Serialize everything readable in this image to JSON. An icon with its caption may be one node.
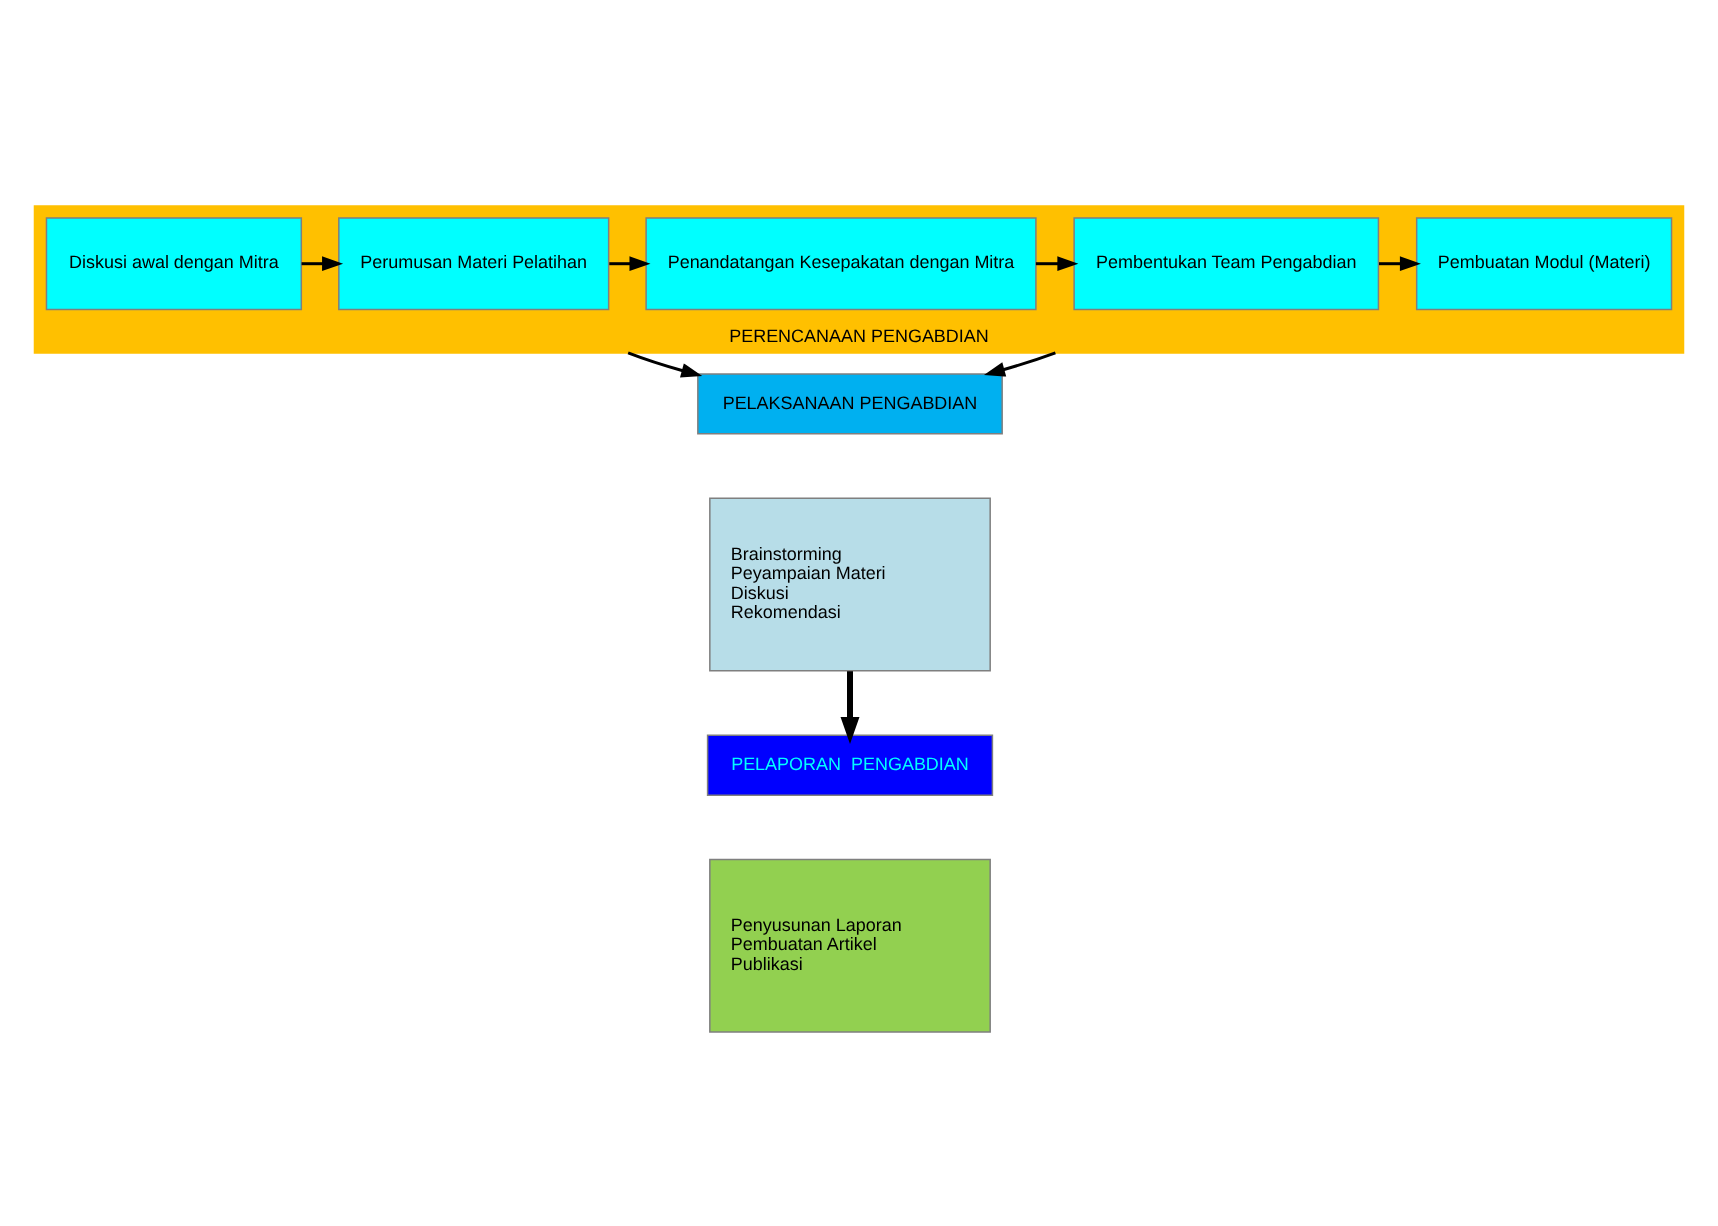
{
  "diagram": {
    "nodes": [
      {
        "text": [
          "PERENCANAAN PENGABDIAN"
        ]
      },
      {
        "text": [
          "Diskusi awal dengan Mitra"
        ],
        "in": 0
      },
      {
        "text": [
          "Perumusan Materi Pelatihan"
        ],
        "in": 0
      },
      {
        "text": [
          "Penandatangan Kesepakatan dengan Mitra"
        ],
        "in": 0
      },
      {
        "text": [
          "Pembentukan Team Pengabdian"
        ],
        "in": 0
      },
      {
        "text": [
          "Pembuatan Modul (Materi)"
        ],
        "in": 0
      },
      {
        "text": [
          "PELAKSANAAN PENGABDIAN"
        ]
      },
      {
        "text": [
          "Brainstorming",
          "Peyampaian Materi",
          "Diskusi",
          "Rekomendasi"
        ]
      },
      {
        "text": [
          "PELAPORAN  PENGABDIAN"
        ]
      },
      {
        "text": [
          "Penyusunan Laporan",
          "Pembuatan Artikel",
          "Publikasi"
        ]
      }
    ],
    "edges": [
      {
        "from": 1,
        "to": 2,
        "arrow": "to"
      },
      {
        "from": 2,
        "to": 3,
        "arrow": "to"
      },
      {
        "from": 3,
        "to": 4,
        "arrow": "to"
      },
      {
        "from": 4,
        "to": 5,
        "arrow": "to"
      },
      {
        "from": 0,
        "to": 6,
        "arrow": "to"
      },
      {
        "from": 0,
        "to": 6,
        "arrow": "to"
      },
      {
        "from": 7,
        "to": 8,
        "arrow": "to",
        "style": "thick"
      }
    ]
  }
}
